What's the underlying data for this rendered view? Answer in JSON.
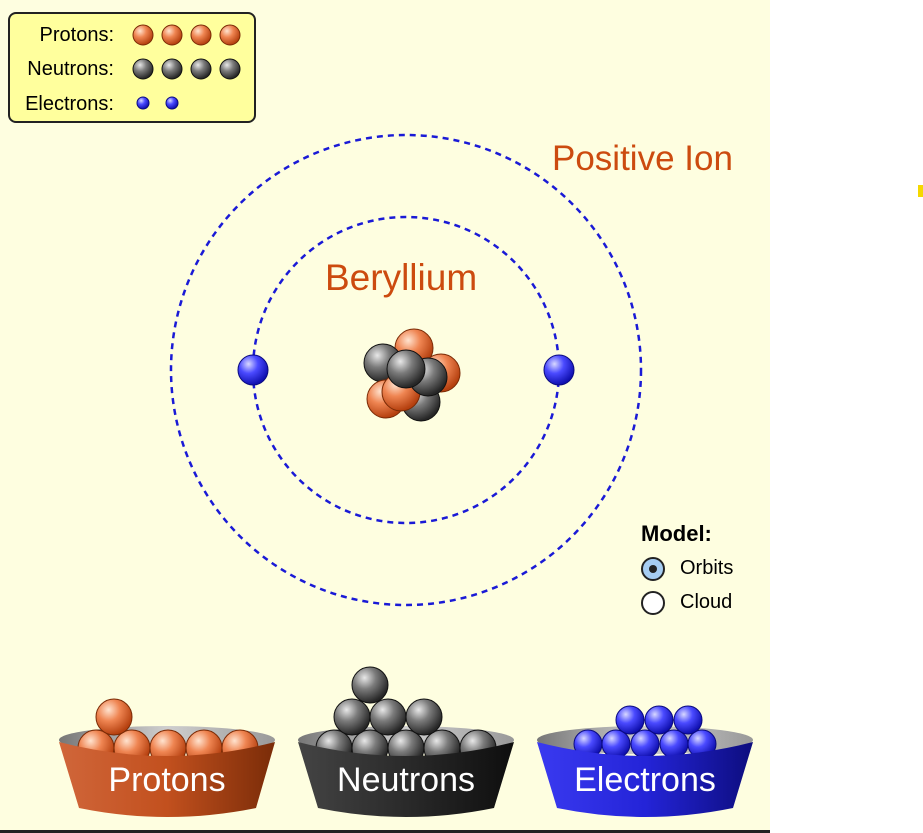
{
  "legend": {
    "protons_label": "Protons:",
    "neutrons_label": "Neutrons:",
    "electrons_label": "Electrons:",
    "proton_count": 4,
    "neutron_count": 4,
    "electron_count": 2
  },
  "atom": {
    "element_name": "Beryllium",
    "charge_label": "Positive Ion"
  },
  "model": {
    "title": "Model:",
    "options": [
      "Orbits",
      "Cloud"
    ],
    "selected": "Orbits"
  },
  "buckets": {
    "protons": "Protons",
    "neutrons": "Neutrons",
    "electrons": "Electrons"
  },
  "colors": {
    "background": "#fefee0",
    "proton": "#ee7a4a",
    "neutron": "#6f6f6f",
    "electron": "#3c3cff",
    "label_accent": "#cc4b0f",
    "orbit": "#1a1ad6",
    "legend_bg": "#ffff9d"
  }
}
